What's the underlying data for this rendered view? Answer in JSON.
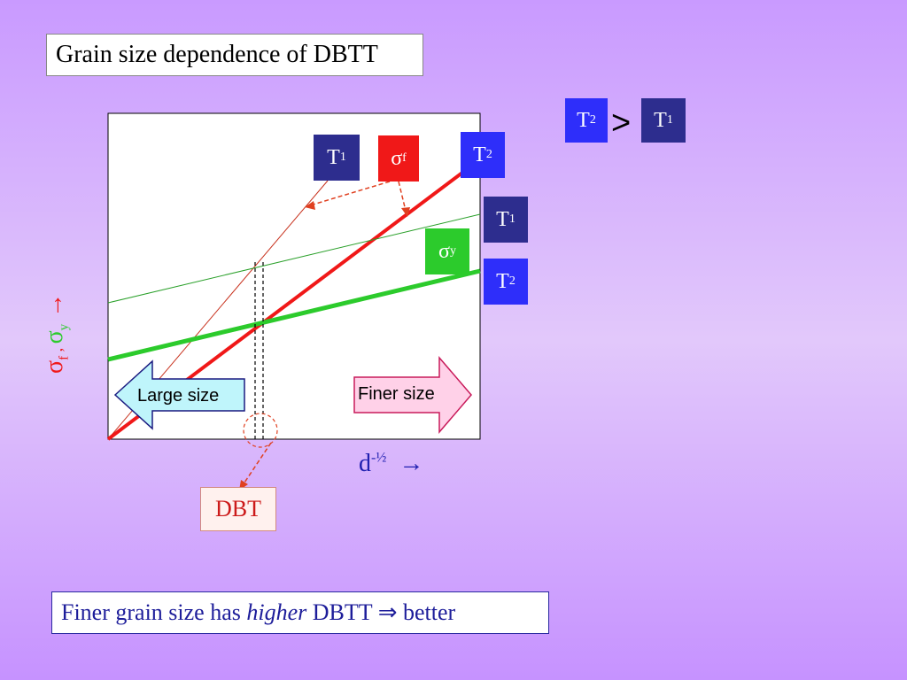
{
  "title": "Grain size dependence of DBTT",
  "legend": {
    "t2": {
      "base": "T",
      "sub": "2"
    },
    "gt": ">",
    "t1": {
      "base": "T",
      "sub": "1"
    }
  },
  "labels": {
    "t1_top": {
      "base": "T",
      "sub": "1"
    },
    "sigma_f": {
      "base": "σ",
      "sub": "f"
    },
    "t2_top": {
      "base": "T",
      "sub": "2"
    },
    "t1_mid": {
      "base": "T",
      "sub": "1"
    },
    "sigma_y": {
      "base": "σ",
      "sub": "y"
    },
    "t2_mid": {
      "base": "T",
      "sub": "2"
    }
  },
  "arrows": {
    "large": "Large size",
    "finer": "Finer size"
  },
  "axes": {
    "x": {
      "base": "d",
      "sup": "-½",
      "arrow": "→"
    },
    "y": {
      "sf": "σ",
      "sf_sub": "f",
      "comma": " , ",
      "sy": "σ",
      "sy_sub": "y",
      "arrow": " →"
    }
  },
  "dbt": "DBT",
  "conclusion": {
    "pre": "Finer grain size has ",
    "em": "higher",
    "post": " DBTT ⇒ better"
  },
  "colors": {
    "red": "#f01818",
    "green": "#2ccb2c",
    "navy": "#2d2d8e",
    "blue": "#2e2efa",
    "axis_text": "#2020b0"
  }
}
